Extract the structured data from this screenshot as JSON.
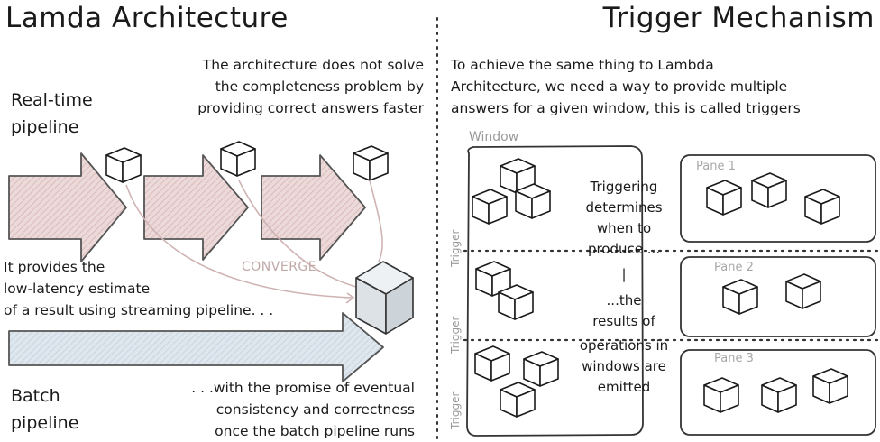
{
  "left": {
    "title": "Lamda Architecture",
    "realtime_label": [
      "Real-time",
      "pipeline"
    ],
    "note_top": [
      "The architecture does not solve",
      "the completeness problem by",
      "providing correct answers faster"
    ],
    "note_middle": [
      "It provides the",
      "low-latency estimate",
      "of a result using streaming pipeline. . ."
    ],
    "converge": "CONVERGE",
    "batch_label": [
      "Batch",
      "pipeline"
    ],
    "note_bottom": [
      ". . .with the promise of eventual",
      "consistency and correctness",
      "once the batch pipeline runs"
    ]
  },
  "right": {
    "title": "Trigger Mechanism",
    "intro": [
      "To achieve the same thing to Lambda",
      "Architecture, we need a way to provide multiple",
      "answers for a given window, this is called triggers"
    ],
    "window_label": "Window",
    "mid_top": [
      "Triggering",
      "determines",
      "when to",
      "produce ..."
    ],
    "divider": "|",
    "mid_bottom": [
      "...the",
      "results of",
      "operations in",
      "windows are",
      "emitted"
    ],
    "panes": [
      "Pane 1",
      "Pane 2",
      "Pane 3"
    ],
    "trigger_label": "Trigger"
  },
  "colors": {
    "arrow_fill": "#e7d2d2",
    "batch_fill": "#d9e3ea",
    "converge_cube": "#dde2e6"
  }
}
